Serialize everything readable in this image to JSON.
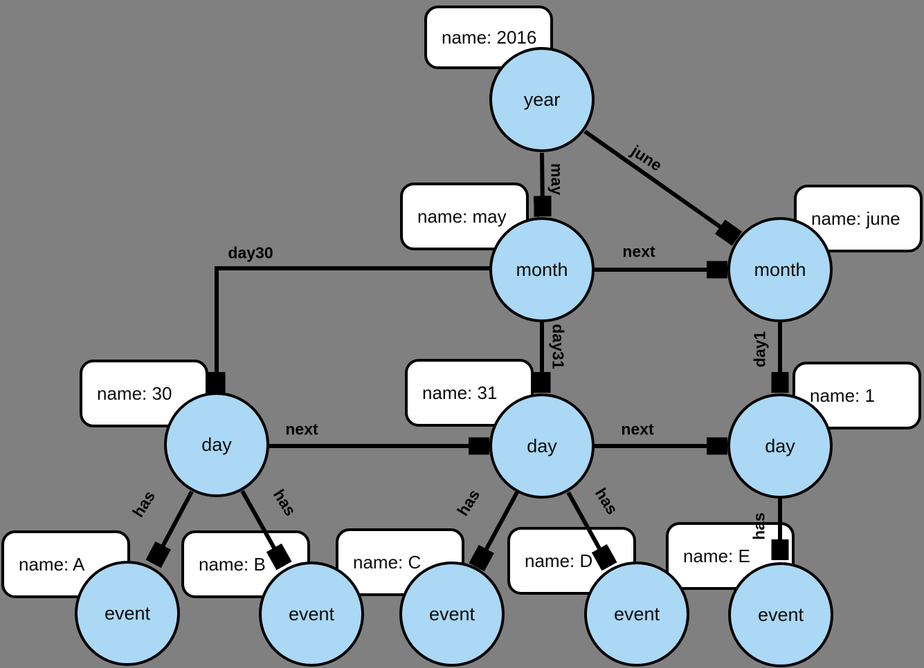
{
  "diagram": {
    "colors": {
      "background": "#808080",
      "node_fill": "#AAD8F5",
      "node_border": "#000000",
      "property_box_fill": "#FFFFFF",
      "property_box_border": "#000000",
      "edge_color": "#000000",
      "label_text": "#000000"
    },
    "nodes": {
      "year": "year",
      "month_may": "month",
      "month_june": "month",
      "day_30": "day",
      "day_31": "day",
      "day_1": "day",
      "event_a": "event",
      "event_b": "event",
      "event_c": "event",
      "event_d": "event",
      "event_e": "event"
    },
    "boxes": {
      "year_name": "name: 2016",
      "may_name": "name: may",
      "june_name": "name: june",
      "day30_name": "name: 30",
      "day31_name": "name: 31",
      "day1_name": "name: 1",
      "event_a_name": "name: A",
      "event_b_name": "name: B",
      "event_c_name": "name: C",
      "event_d_name": "name: D",
      "event_e_name": "name: E"
    },
    "edges": {
      "year_to_may": "may",
      "year_to_june": "june",
      "may_to_june": "next",
      "may_to_day30": "day30",
      "may_to_day31": "day31",
      "june_to_day1": "day1",
      "day30_to_day31": "next",
      "day31_to_day1": "next",
      "day30_to_event_a": "has",
      "day30_to_event_b": "has",
      "day31_to_event_c": "has",
      "day31_to_event_d": "has",
      "day1_to_event_e": "has"
    }
  }
}
